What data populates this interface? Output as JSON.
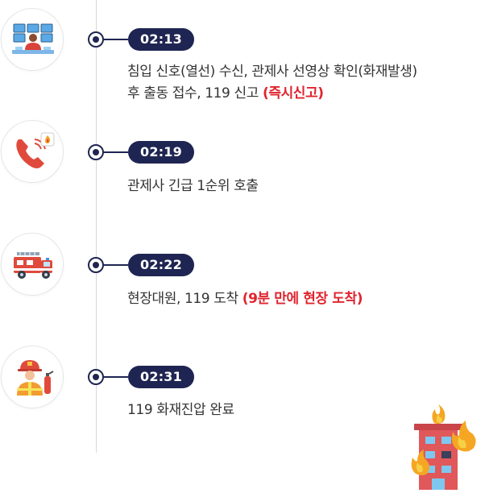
{
  "colors": {
    "navy": "#1f2552",
    "highlight": "#e0242e",
    "text": "#333333",
    "line": "#d8d8d8"
  },
  "events": [
    {
      "time": "02:13",
      "icon": "control-room-icon",
      "line1": "침입 신호(열선) 수신, 관제사 선영상 확인(화재발생)",
      "line2_text": "후 출동 접수, 119 신고 ",
      "line2_highlight": "(즉시신고)"
    },
    {
      "time": "02:19",
      "icon": "emergency-call-icon",
      "text": "관제사 긴급 1순위 호출"
    },
    {
      "time": "02:22",
      "icon": "fire-truck-icon",
      "text": "현장대원, 119 도착 ",
      "highlight": "(9분 만에 현장 도착)"
    },
    {
      "time": "02:31",
      "icon": "firefighter-icon",
      "text": "119 화재진압 완료"
    }
  ],
  "decoration": {
    "icon": "burning-building-icon"
  }
}
